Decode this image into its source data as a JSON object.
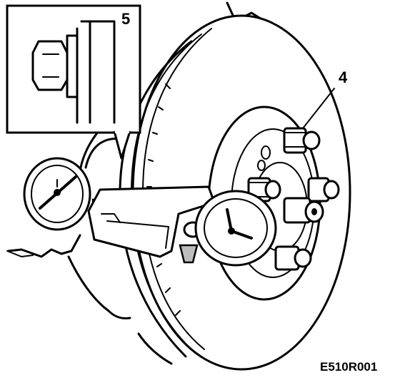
{
  "figure": {
    "code": "E510R001"
  },
  "callouts": [
    {
      "id": "inset",
      "number": "5"
    },
    {
      "id": "wheel-stud",
      "number": "4"
    }
  ]
}
